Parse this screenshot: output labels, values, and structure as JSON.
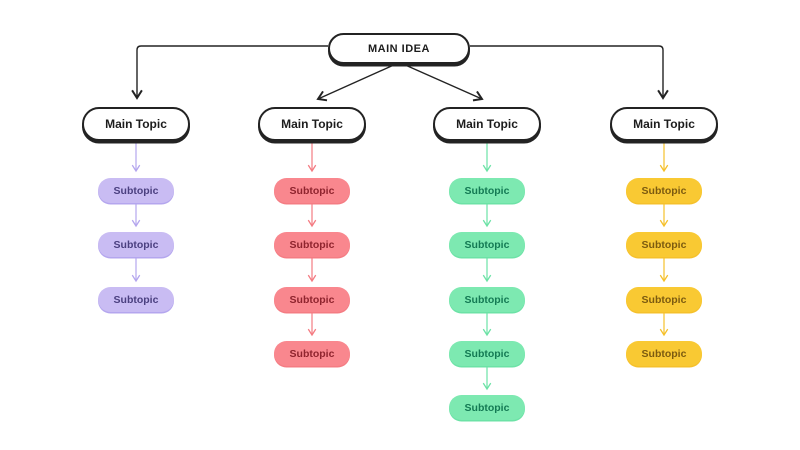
{
  "root": {
    "label": "MAIN IDEA"
  },
  "palette": {
    "ink": "#232323",
    "background": "#ffffff"
  },
  "branches": [
    {
      "topic": "Main Topic",
      "fill": "#c9bcf3",
      "text": "#4b4080",
      "arrow": "#b4a6ee",
      "subtopics": [
        "Subtopic",
        "Subtopic",
        "Subtopic"
      ]
    },
    {
      "topic": "Main Topic",
      "fill": "#f9878e",
      "text": "#8f242e",
      "arrow": "#f47c83",
      "subtopics": [
        "Subtopic",
        "Subtopic",
        "Subtopic",
        "Subtopic"
      ]
    },
    {
      "topic": "Main Topic",
      "fill": "#7de9b1",
      "text": "#147a54",
      "arrow": "#6ce2a6",
      "subtopics": [
        "Subtopic",
        "Subtopic",
        "Subtopic",
        "Subtopic",
        "Subtopic"
      ]
    },
    {
      "topic": "Main Topic",
      "fill": "#f9c933",
      "text": "#7c5b10",
      "arrow": "#f5c02b",
      "subtopics": [
        "Subtopic",
        "Subtopic",
        "Subtopic",
        "Subtopic"
      ]
    }
  ]
}
